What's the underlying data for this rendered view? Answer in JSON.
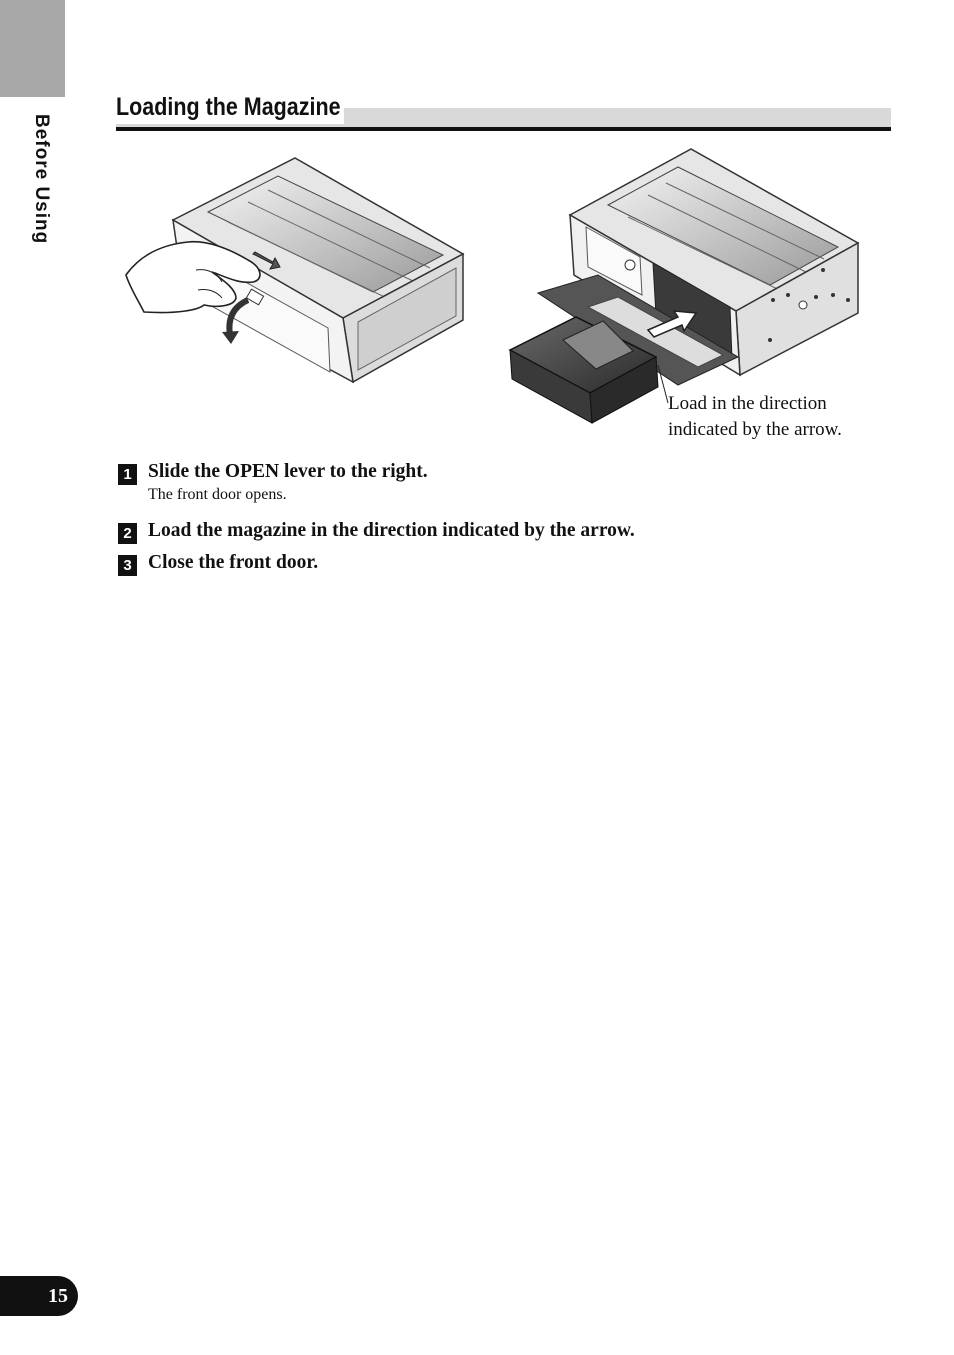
{
  "side_tab": {
    "label": "Before Using"
  },
  "section": {
    "title": "Loading the Magazine"
  },
  "figure": {
    "callout": [
      "Load in the direction",
      "indicated by the arrow."
    ]
  },
  "steps": [
    {
      "number": "1",
      "text": "Slide the OPEN lever to the right.",
      "sub": "The front door opens."
    },
    {
      "number": "2",
      "text": "Load the magazine in the direction indicated by the arrow.",
      "sub": ""
    },
    {
      "number": "3",
      "text": "Close the front door.",
      "sub": ""
    }
  ],
  "page": {
    "number": "15"
  }
}
